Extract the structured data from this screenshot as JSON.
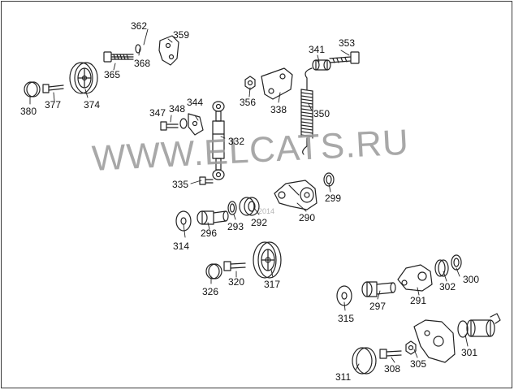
{
  "watermark": {
    "text": "WWW.ELCATS.RU",
    "year": "2014",
    "color": "#9a9a9a"
  },
  "part_numbers": [
    "362",
    "359",
    "368",
    "365",
    "374",
    "377",
    "380",
    "341",
    "353",
    "356",
    "338",
    "350",
    "347",
    "348",
    "344",
    "332",
    "335",
    "299",
    "290",
    "292",
    "293",
    "296",
    "314",
    "326",
    "320",
    "317",
    "300",
    "302",
    "291",
    "297",
    "315",
    "301",
    "305",
    "308",
    "311"
  ]
}
